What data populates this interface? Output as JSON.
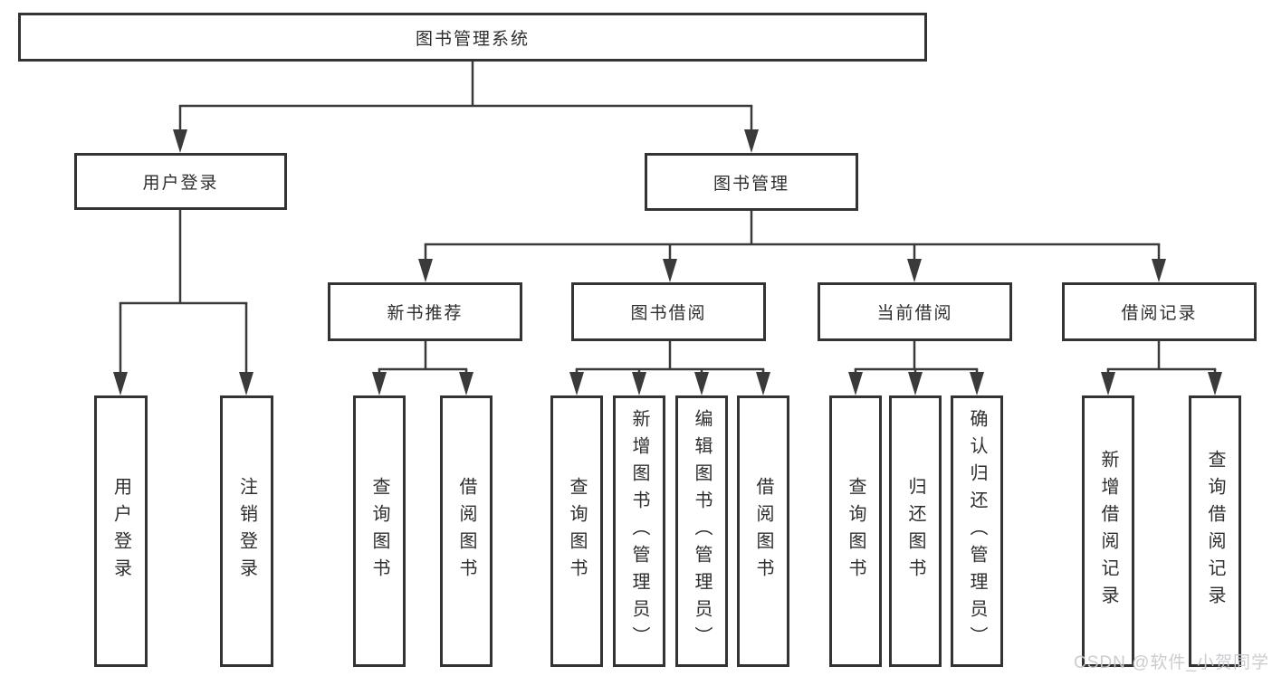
{
  "diagram": {
    "title": "图书管理系统",
    "watermark": "CSDN @软件_小贺同学",
    "colors": {
      "line": "#3a3a3a",
      "box_border": "#333333",
      "text": "#2e2e2e",
      "background": "#ffffff",
      "watermark": "#c7c9cc"
    },
    "nodes": {
      "root": {
        "label": "图书管理系统"
      },
      "user_login": {
        "label": "用户登录"
      },
      "book_mgmt": {
        "label": "图书管理"
      },
      "new_book_rec": {
        "label": "新书推荐"
      },
      "book_borrow": {
        "label": "图书借阅"
      },
      "current_borrow": {
        "label": "当前借阅"
      },
      "borrow_record": {
        "label": "借阅记录"
      },
      "leaf_user_login": {
        "label": "用户登录"
      },
      "leaf_logout": {
        "label": "注销登录"
      },
      "leaf_nbr_query": {
        "label": "查询图书"
      },
      "leaf_nbr_borrow": {
        "label": "借阅图书"
      },
      "leaf_bb_query": {
        "label": "查询图书"
      },
      "leaf_bb_add": {
        "label": "新增图书（管理员）"
      },
      "leaf_bb_edit": {
        "label": "编辑图书（管理员）"
      },
      "leaf_bb_borrow": {
        "label": "借阅图书"
      },
      "leaf_cb_query": {
        "label": "查询图书"
      },
      "leaf_cb_return": {
        "label": "归还图书"
      },
      "leaf_cb_confirm": {
        "label": "确认归还（管理员）"
      },
      "leaf_br_add": {
        "label": "新增借阅记录"
      },
      "leaf_br_query": {
        "label": "查询借阅记录"
      }
    },
    "structure": [
      {
        "parent": "图书管理系统",
        "children": [
          "用户登录",
          "图书管理"
        ]
      },
      {
        "parent": "用户登录",
        "children": [
          "用户登录",
          "注销登录"
        ]
      },
      {
        "parent": "图书管理",
        "children": [
          "新书推荐",
          "图书借阅",
          "当前借阅",
          "借阅记录"
        ]
      },
      {
        "parent": "新书推荐",
        "children": [
          "查询图书",
          "借阅图书"
        ]
      },
      {
        "parent": "图书借阅",
        "children": [
          "查询图书",
          "新增图书（管理员）",
          "编辑图书（管理员）",
          "借阅图书"
        ]
      },
      {
        "parent": "当前借阅",
        "children": [
          "查询图书",
          "归还图书",
          "确认归还（管理员）"
        ]
      },
      {
        "parent": "借阅记录",
        "children": [
          "新增借阅记录",
          "查询借阅记录"
        ]
      }
    ]
  }
}
